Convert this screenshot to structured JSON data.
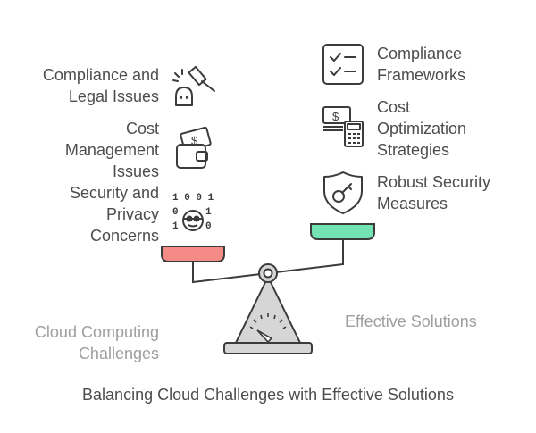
{
  "left_items": [
    {
      "lines": [
        "Compliance and",
        "Legal Issues"
      ],
      "icon": "gavel-person-icon"
    },
    {
      "lines": [
        "Cost",
        "Management",
        "Issues"
      ],
      "icon": "wallet-money-icon"
    },
    {
      "lines": [
        "Security and",
        "Privacy",
        "Concerns"
      ],
      "icon": "hacker-binary-icon"
    }
  ],
  "right_items": [
    {
      "lines": [
        "Compliance",
        "Frameworks"
      ],
      "icon": "checklist-icon"
    },
    {
      "lines": [
        "Cost",
        "Optimization",
        "Strategies"
      ],
      "icon": "money-calculator-icon"
    },
    {
      "lines": [
        "Robust Security",
        "Measures"
      ],
      "icon": "shield-key-icon"
    }
  ],
  "left_pan_label": [
    "Cloud Computing",
    "Challenges"
  ],
  "right_pan_label": [
    "Effective Solutions"
  ],
  "caption": "Balancing Cloud Challenges with Effective Solutions",
  "binary_text": [
    "1 0 0 1",
    "0",
    "1",
    "1",
    "0"
  ],
  "colors": {
    "left_pan": "#f48b86",
    "right_pan": "#74e3b4",
    "stand": "#d6d6d6",
    "outline": "#3b3b3b"
  }
}
